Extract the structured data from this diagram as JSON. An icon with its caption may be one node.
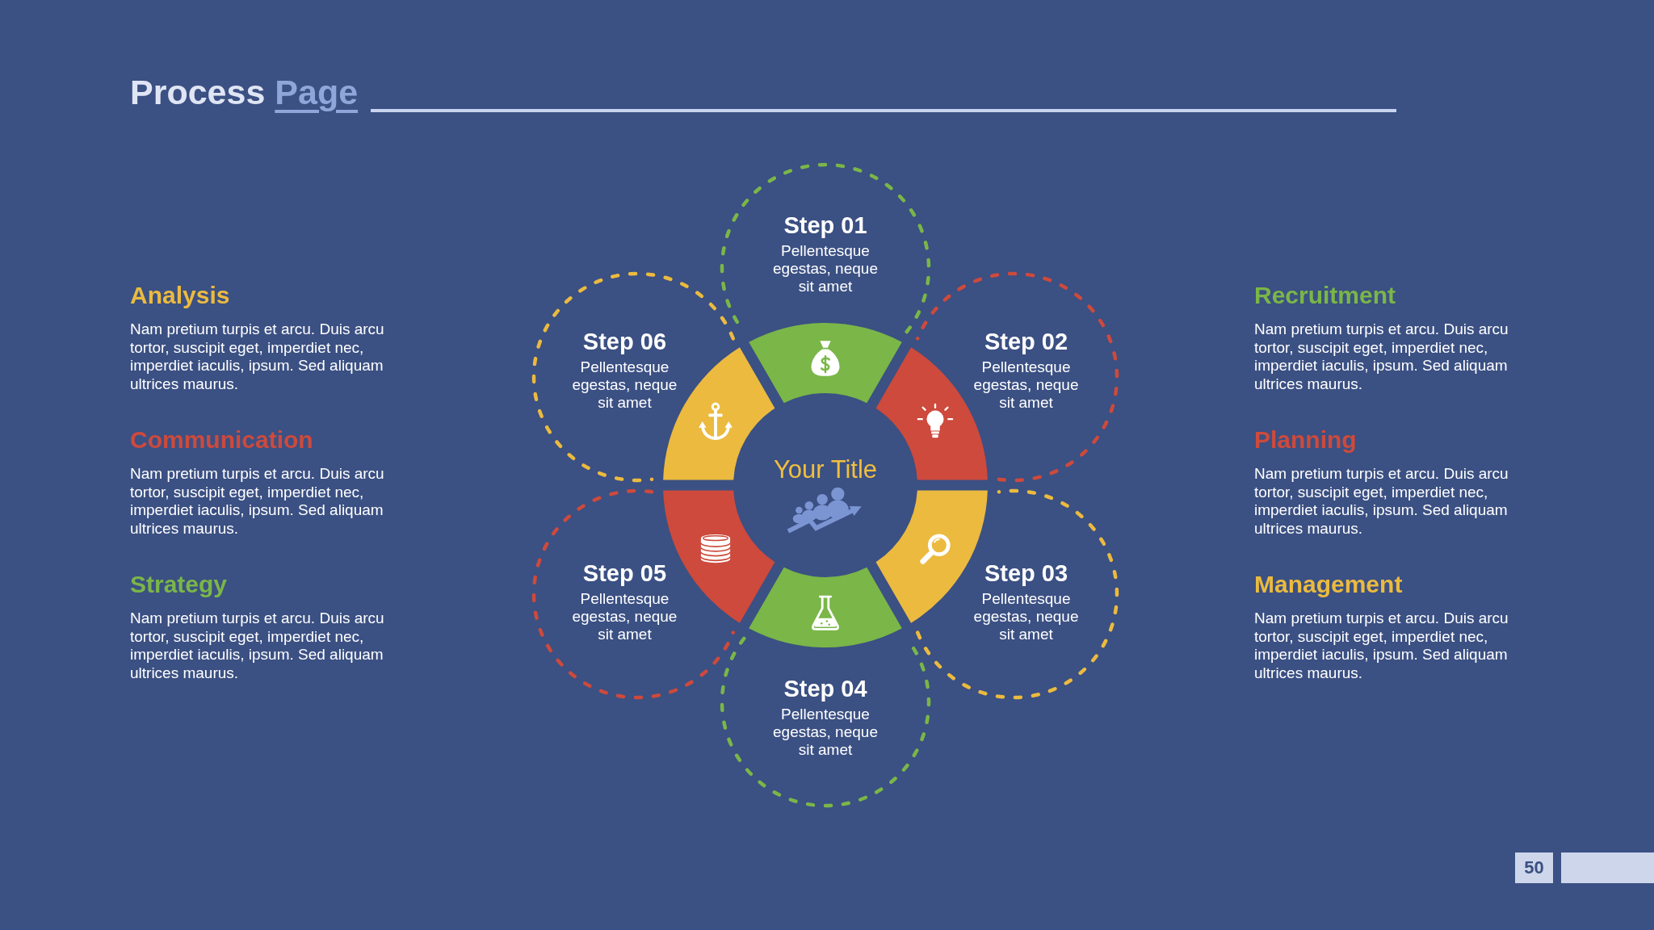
{
  "diagram": {
    "title": "Process Page",
    "nodes": [
      {
        "text": [
          "Step 01",
          "Pellentesque egestas, neque sit amet"
        ]
      },
      {
        "text": [
          "Step 02",
          "Pellentesque egestas, neque sit amet"
        ]
      },
      {
        "text": [
          "Step 03",
          "Pellentesque egestas, neque sit amet"
        ]
      },
      {
        "text": [
          "Step 04",
          "Pellentesque egestas, neque sit amet"
        ]
      },
      {
        "text": [
          "Step 05",
          "Pellentesque egestas, neque sit amet"
        ]
      },
      {
        "text": [
          "Step 06",
          "Pellentesque egestas, neque sit amet"
        ]
      },
      {
        "text": [
          "Your Title"
        ]
      },
      {
        "text": [
          "50"
        ]
      }
    ],
    "labels": [
      "Analysis",
      "Nam pretium turpis et arcu. Duis arcu tortor, suscipit eget, imperdiet nec, imperdiet iaculis, ipsum. Sed aliquam ultrices maurus.",
      "Communication",
      "Nam pretium turpis et arcu. Duis arcu tortor, suscipit eget, imperdiet nec, imperdiet iaculis, ipsum. Sed aliquam ultrices maurus.",
      "Strategy",
      "Nam pretium turpis et arcu. Duis arcu tortor, suscipit eget, imperdiet nec, imperdiet iaculis, ipsum. Sed aliquam ultrices maurus.",
      "Recruitment",
      "Nam pretium turpis et arcu. Duis arcu tortor, suscipit eget, imperdiet nec, imperdiet iaculis, ipsum. Sed aliquam ultrices maurus.",
      "Planning",
      "Nam pretium turpis et arcu. Duis arcu tortor, suscipit eget, imperdiet nec, imperdiet iaculis, ipsum. Sed aliquam ultrices maurus.",
      "Management",
      "Nam pretium turpis et arcu. Duis arcu tortor, suscipit eget, imperdiet nec, imperdiet iaculis, ipsum. Sed aliquam ultrices maurus."
    ]
  }
}
